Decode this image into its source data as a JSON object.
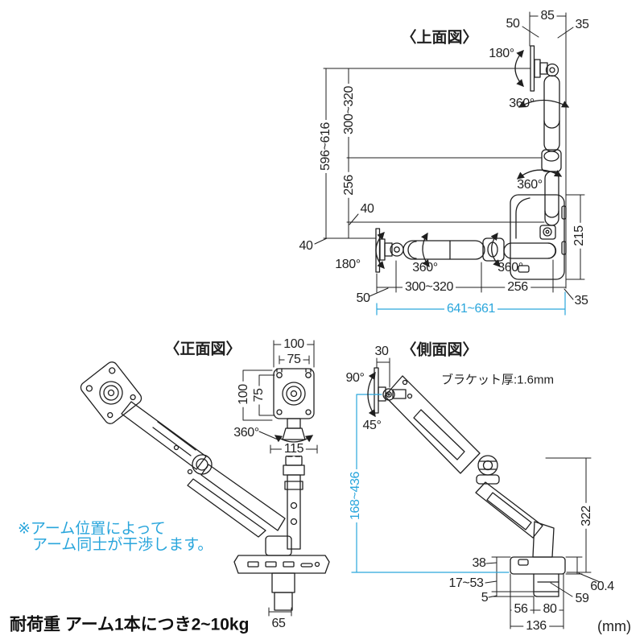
{
  "colors": {
    "line": "#1f1f1f",
    "cyan": "#2aa6dc"
  },
  "footer": {
    "load_note": "耐荷重 アーム1本につき2~10kg",
    "unit": "(mm)"
  },
  "top_view": {
    "title": "〈上面図〉",
    "dims": {
      "top_left": "50",
      "top_total": "85",
      "top_right": "35",
      "swivel_top": "180°",
      "rotate_upper": "360°",
      "rotate_mid": "360°",
      "reach_side": "596~616",
      "arm1_side": "300~320",
      "arm2_side": "256",
      "offset_a": "40",
      "offset_b": "40",
      "swivel_left": "180°",
      "rotate_arm_a": "360°",
      "rotate_arm_b": "360°",
      "bottom_left": "50",
      "arm1_bottom": "300~320",
      "arm2_bottom": "256",
      "bottom_right": "35",
      "reach_bottom": "641~661",
      "base_depth": "215"
    }
  },
  "front_view": {
    "title": "〈正面図〉",
    "interference_note": {
      "line1": "※アーム位置によって",
      "line2": "アーム同士が干渉します。"
    },
    "dims": {
      "vesa_w_outer": "100",
      "vesa_w_inner": "75",
      "vesa_h_outer": "100",
      "vesa_h_inner": "75",
      "rotate_head": "360°",
      "head_width": "115",
      "pole_width": "65"
    }
  },
  "side_view": {
    "title": "〈側面図〉",
    "bracket_note": "ブラケット厚:1.6mm",
    "dims": {
      "plate_depth": "30",
      "tilt_up": "90°",
      "tilt_down": "45°",
      "height_range": "168~436",
      "arm_height": "322",
      "clamp_above_desk": "38",
      "desk_thickness": "17~53",
      "pad_thickness": "5",
      "clamp_inner_depth": "56",
      "clamp_outer_depth": "80",
      "base_depth": "136",
      "jaw_depth": "59",
      "clamp_height": "60.4"
    }
  }
}
